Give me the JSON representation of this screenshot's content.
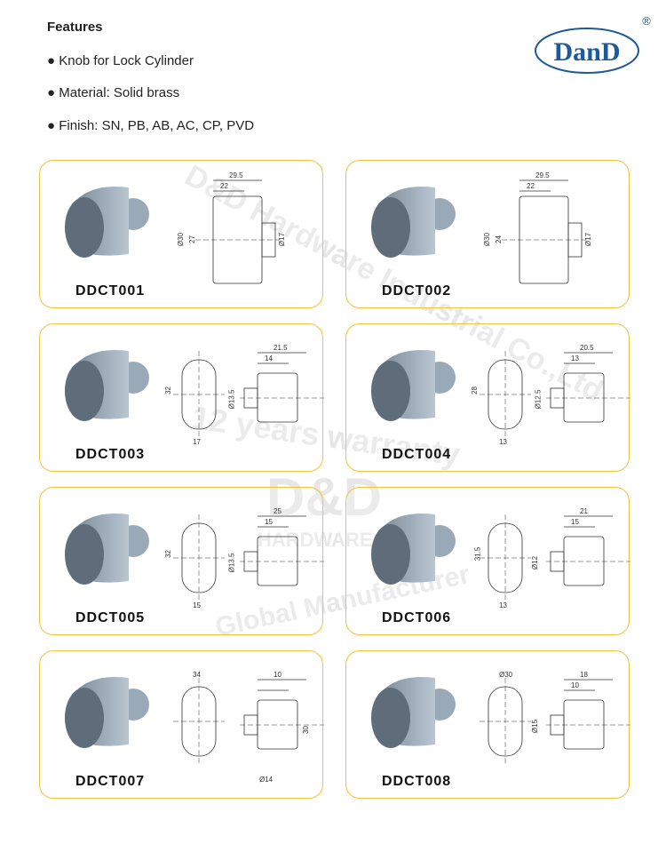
{
  "features": {
    "title": "Features",
    "items": [
      "● Knob for Lock Cylinder",
      "● Material: Solid brass",
      "● Finish: SN, PB, AB, AC, CP, PVD"
    ]
  },
  "logo": {
    "text": "DanD",
    "registered": "®",
    "color": "#1f5a96"
  },
  "watermark": {
    "line1": "D&D Hardware Industrial Co.,Ltd",
    "line2": "12 years warranty",
    "line3": "D&D",
    "line4": "HARDWARE",
    "line5": "Global Manufacturer"
  },
  "colors": {
    "card_border": "#f2c43a",
    "knob": "#9aa9b8",
    "knob_dark": "#5f6c7a"
  },
  "products": [
    {
      "code": "DDCT001",
      "dims": {
        "top": [
          "29.5",
          "22"
        ],
        "left": [
          "Ø30",
          "27"
        ],
        "right": [
          "Ø17"
        ]
      }
    },
    {
      "code": "DDCT002",
      "dims": {
        "top": [
          "29.5",
          "22"
        ],
        "left": [
          "Ø30",
          "24"
        ],
        "right": [
          "Ø17"
        ]
      }
    },
    {
      "code": "DDCT003",
      "dims": {
        "front_v": "32",
        "front_h": "17",
        "top": [
          "21.5",
          "14"
        ],
        "left": [
          "Ø13.5"
        ],
        "right": []
      }
    },
    {
      "code": "DDCT004",
      "dims": {
        "front_v": "28",
        "front_h": "13",
        "top": [
          "20.5",
          "13"
        ],
        "left": [
          "Ø12.5"
        ],
        "right": []
      }
    },
    {
      "code": "DDCT005",
      "dims": {
        "front_v": "32",
        "front_h": "15",
        "top": [
          "25",
          "15"
        ],
        "left": [
          "Ø13.5"
        ],
        "right": []
      }
    },
    {
      "code": "DDCT006",
      "dims": {
        "front_v": "31.5",
        "front_h": "13",
        "top": [
          "21",
          "15"
        ],
        "left": [
          "Ø12"
        ],
        "right": []
      }
    },
    {
      "code": "DDCT007",
      "dims": {
        "front_h": "34",
        "top": [
          "10"
        ],
        "left": [],
        "right": [
          "30"
        ],
        "bottom": "Ø14"
      }
    },
    {
      "code": "DDCT008",
      "dims": {
        "front_h": "Ø30",
        "top": [
          "18",
          "10"
        ],
        "left": [
          "Ø15"
        ],
        "right": []
      }
    }
  ]
}
